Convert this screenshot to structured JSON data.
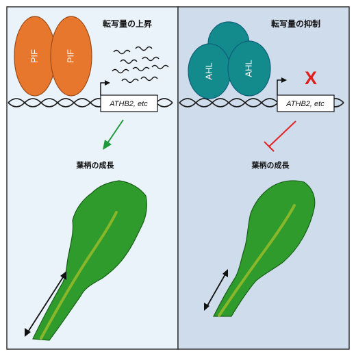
{
  "left_panel": {
    "title": "転写量の上昇",
    "factor_labels": [
      "PIF",
      "PIF"
    ],
    "gene_label": "ATHB2, etc",
    "growth_label": "葉柄の成長"
  },
  "right_panel": {
    "title": "転写量の抑制",
    "factor_labels": [
      "AHL",
      "AHL"
    ],
    "repression_mark": "X",
    "gene_label": "ATHB2, etc",
    "growth_label": "葉柄の成長"
  },
  "colors": {
    "left_background": "#eaf2fa",
    "right_background": "#cfdceb",
    "pif_fill": "#e8772e",
    "ahl_fill": "#138a8c",
    "leaf_fill": "#2f9b2d",
    "leaf_vein": "#8ab62a",
    "activation_arrow": "#1e9a3c",
    "repression_arrow": "#e52222",
    "x_mark": "#e21f1f"
  }
}
